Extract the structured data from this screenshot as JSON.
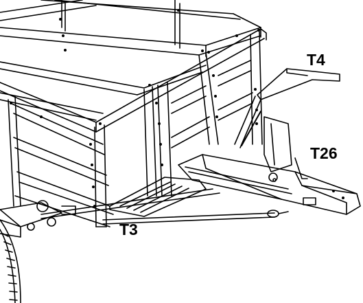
{
  "labels": {
    "t4": "T4",
    "t26": "T26",
    "t3": "T3"
  },
  "colors": {
    "line": "#000000",
    "background": "#ffffff"
  }
}
